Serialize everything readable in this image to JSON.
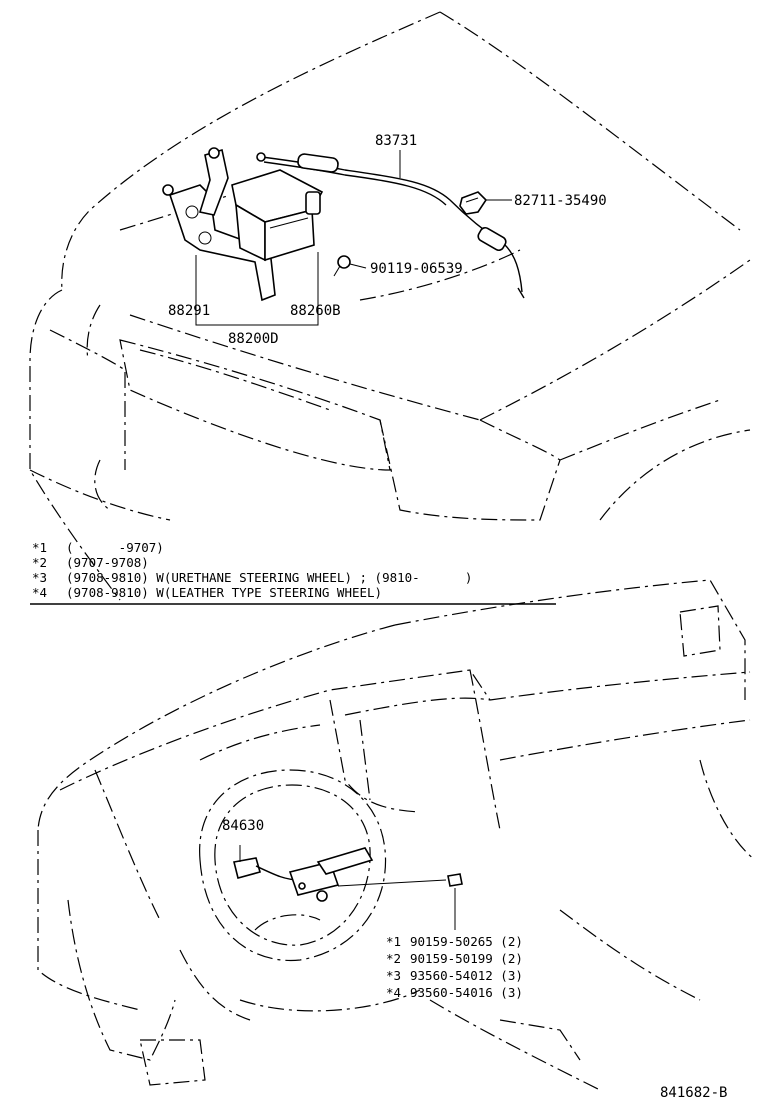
{
  "top_parts": {
    "cable": "83731",
    "clamp": "82711-35490",
    "bolt": "90119-06539",
    "bracket": "88291",
    "actuator": "88260B",
    "assembly": "88200D"
  },
  "notes": [
    {
      "mark": "*1",
      "text": "(      -9707)"
    },
    {
      "mark": "*2",
      "text": "(9707-9708)"
    },
    {
      "mark": "*3",
      "text": "(9708-9810) W(URETHANE STEERING WHEEL) ; (9810-      )"
    },
    {
      "mark": "*4",
      "text": "(9708-9810) W(LEATHER TYPE STEERING WHEEL)"
    }
  ],
  "bottom_parts": {
    "switch": "84630",
    "screws": [
      {
        "mark": "*1",
        "text": "90159-50265 (2)"
      },
      {
        "mark": "*2",
        "text": "90159-50199 (2)"
      },
      {
        "mark": "*3",
        "text": "93560-54012 (3)"
      },
      {
        "mark": "*4",
        "text": "93560-54016 (3)"
      }
    ]
  },
  "figure_id": "841682-B"
}
